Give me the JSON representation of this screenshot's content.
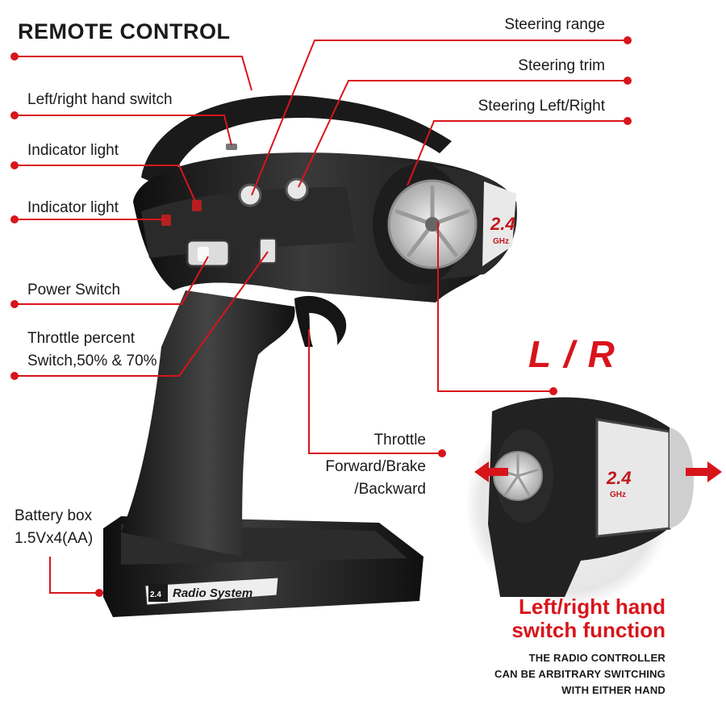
{
  "title": "REMOTE CONTROL",
  "labels": {
    "steering_range": "Steering range",
    "steering_trim": "Steering trim",
    "steering_left_right": "Steering Left/Right",
    "hand_switch": "Left/right hand switch",
    "indicator_light_1": "Indicator light",
    "indicator_light_2": "Indicator light",
    "power_switch": "Power Switch",
    "throttle_percent_1": "Throttle percent",
    "throttle_percent_2": "Switch,50% & 70%",
    "throttle": "Throttle",
    "throttle_dir_1": "Forward/Brake",
    "throttle_dir_2": "/Backward",
    "battery_1": "Battery box",
    "battery_2": "1.5Vx4(AA)"
  },
  "device": {
    "badge_top": "2.4",
    "badge_bottom": "GHz",
    "base_badge": "2.4",
    "base_text": "Radio System"
  },
  "inset": {
    "lr_left": "L",
    "lr_slash": "/",
    "lr_right": "R",
    "func_line1": "Left/right hand",
    "func_line2": "switch function",
    "desc_line1": "THE RADIO CONTROLLER",
    "desc_line2": "CAN BE ARBITRARY SWITCHING",
    "desc_line3": "WITH EITHER HAND",
    "badge_top": "2.4",
    "badge_bottom": "GHz"
  },
  "colors": {
    "accent": "#d8141b",
    "body": "#1b1b1b",
    "wheel": "#d9d9d9"
  }
}
